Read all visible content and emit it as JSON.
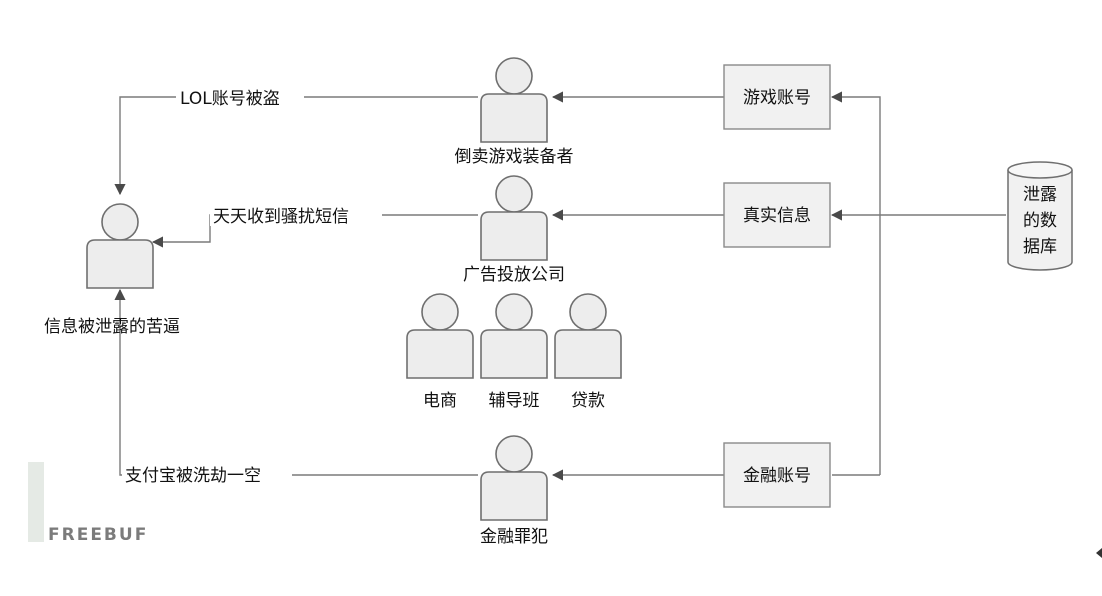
{
  "nodes": {
    "source_db": {
      "lines": [
        "泄露",
        "的数",
        "据库"
      ]
    },
    "game_account": "游戏账号",
    "real_info": "真实信息",
    "finance_account": "金融账号",
    "reseller": "倒卖游戏装备者",
    "ad_company": "广告投放公司",
    "ecommerce": "电商",
    "tutoring": "辅导班",
    "loan": "贷款",
    "criminal": "金融罪犯",
    "victim": "信息被泄露的苦逼"
  },
  "edges": {
    "lol": "LOL账号被盗",
    "sms": "天天收到骚扰短信",
    "alipay": "支付宝被洗劫一空"
  },
  "watermark": "FREEBUF"
}
